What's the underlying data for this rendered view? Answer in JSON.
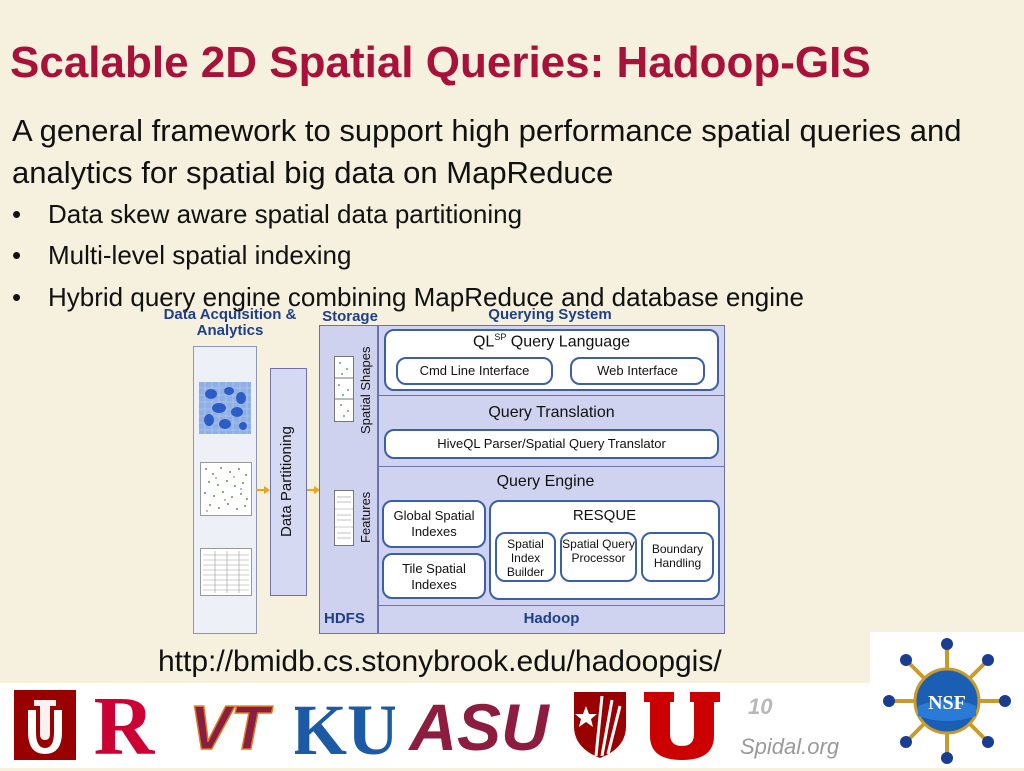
{
  "slide": {
    "title": "Scalable 2D Spatial Queries: Hadoop-GIS",
    "subtitle": "A general framework to support high performance spatial queries and analytics for spatial big data on MapReduce",
    "bullets": [
      "Data skew aware spatial data partitioning",
      "Multi-level spatial indexing",
      "Hybrid query engine combining MapReduce and database engine"
    ],
    "bullet_symbol": "•",
    "url": "http://bmidb.cs.stonybrook.edu/hadoopgis/",
    "page_number": "10",
    "footer": "Spidal.org"
  },
  "diagram": {
    "acq_header": "Data Acquisition & Analytics",
    "storage_header": "Storage",
    "query_header": "Querying System",
    "partitioning": "Data Partitioning",
    "spatial_shapes": "Spatial Shapes",
    "features": "Features",
    "hdfs": "HDFS",
    "hadoop": "Hadoop",
    "ql_prefix": "QL",
    "ql_sup": "SP",
    "ql_suffix": " Query Language",
    "cmd_line": "Cmd Line Interface",
    "web_interface": "Web Interface",
    "query_translation": "Query Translation",
    "hiveql": "HiveQL Parser/Spatial Query Translator",
    "query_engine": "Query Engine",
    "global_indexes": "Global Spatial Indexes",
    "tile_indexes": "Tile Spatial Indexes",
    "resque": "RESQUE",
    "spatial_index_builder": "Spatial Index Builder",
    "spatial_query_processor": "Spatial Query Processor",
    "boundary_handling": "Boundary Handling"
  },
  "logos": [
    "IU",
    "R",
    "VT",
    "KU",
    "ASU",
    "Stony Brook",
    "U",
    "NSF"
  ],
  "colors": {
    "title": "#a8123a",
    "background": "#f5f1de",
    "diagram_header": "#1f3f8a",
    "panel": "#cfd2ee",
    "box_border": "#3b5fa8",
    "arrow": "#f0a020",
    "logo_red": "#a31c24",
    "logo_maroon": "#861f41",
    "ku_blue": "#1c5aa6"
  }
}
